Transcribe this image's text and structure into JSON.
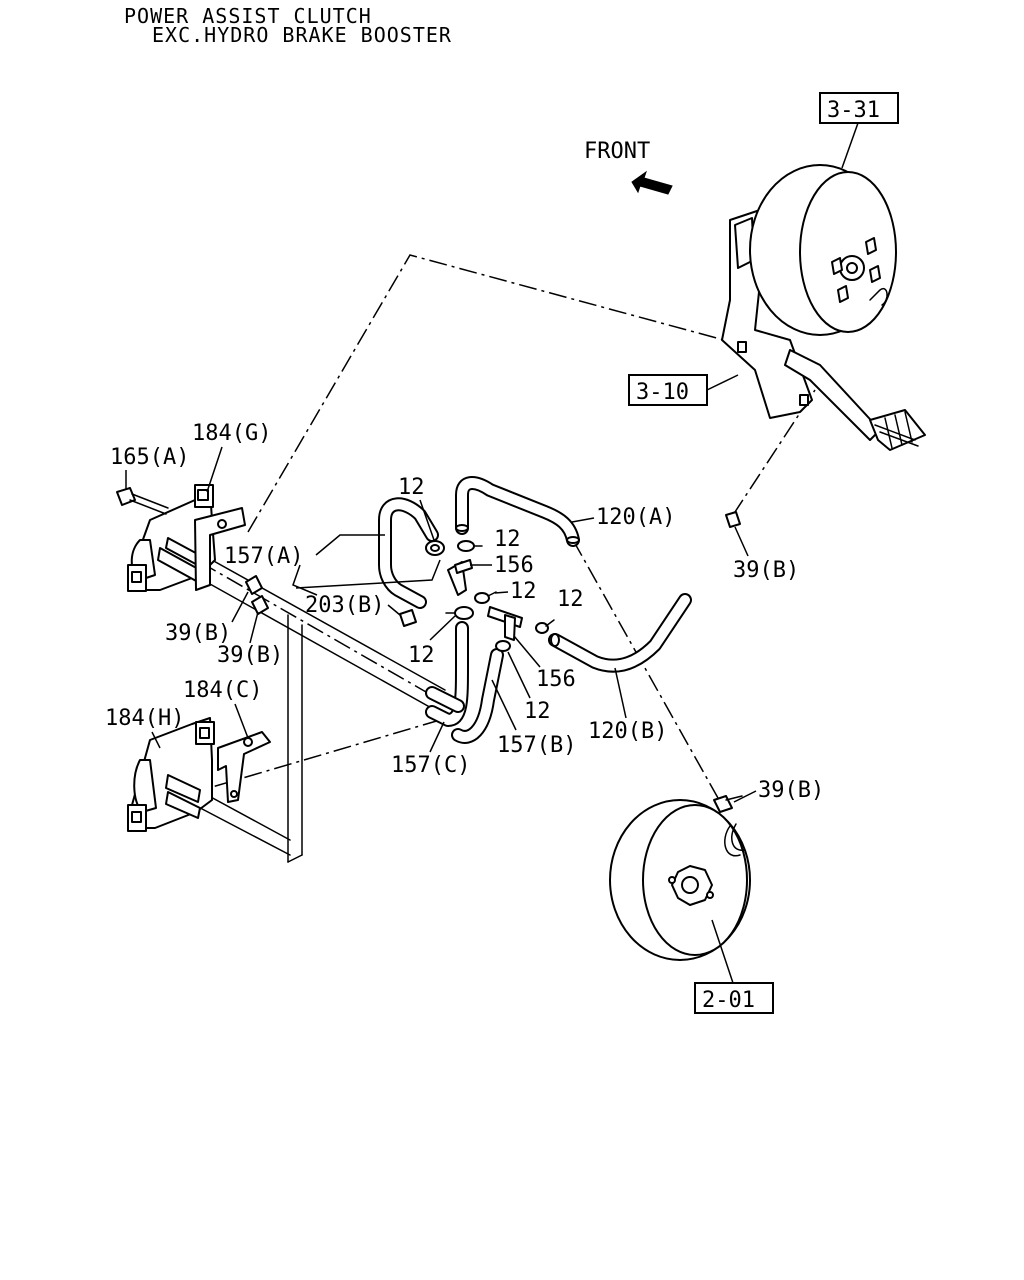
{
  "title": {
    "line1": "POWER ASSIST CLUTCH",
    "line2": "EXC.HYDRO BRAKE BOOSTER"
  },
  "front_label": "FRONT",
  "refs": {
    "r331": "3-31",
    "r310": "3-10",
    "r201": "2-01"
  },
  "callouts": {
    "c184g": "184(G)",
    "c165a": "165(A)",
    "c157a": "157(A)",
    "c203b": "203(B)",
    "c39b_1": "39(B)",
    "c39b_2": "39(B)",
    "c39b_3": "39(B)",
    "c39b_4": "39(B)",
    "c184c": "184(C)",
    "c184h": "184(H)",
    "c12_1": "12",
    "c12_2": "12",
    "c12_3": "12",
    "c12_4": "12",
    "c12_5": "12",
    "c12_6": "12",
    "c156_1": "156",
    "c156_2": "156",
    "c120a": "120(A)",
    "c120b": "120(B)",
    "c157b": "157(B)",
    "c157c": "157(C)"
  }
}
